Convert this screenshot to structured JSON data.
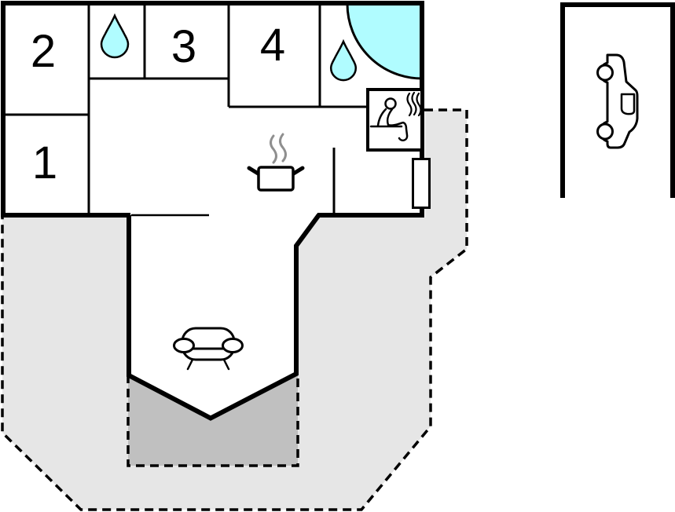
{
  "rooms": [
    {
      "id": "room-1",
      "label": "1"
    },
    {
      "id": "room-2",
      "label": "2"
    },
    {
      "id": "room-3",
      "label": "3"
    },
    {
      "id": "room-4",
      "label": "4"
    }
  ],
  "areas": {
    "house": "main-house",
    "living_room": "living-room-wing",
    "terrace": "covered-terrace",
    "plot": "garden-plot",
    "carport": "carport"
  },
  "icons": [
    "water-drop-icon",
    "water-drop-icon",
    "corner-bath-icon",
    "sauna-icon",
    "stove-icon",
    "sofa-icon",
    "radiator-icon",
    "car-icon"
  ],
  "colors": {
    "water": "#b0fcff",
    "plot": "#e6e6e6",
    "terrace": "#c0c0c0",
    "wall": "#000000",
    "steam": "#8f8f8f",
    "background": "#ffffff"
  }
}
